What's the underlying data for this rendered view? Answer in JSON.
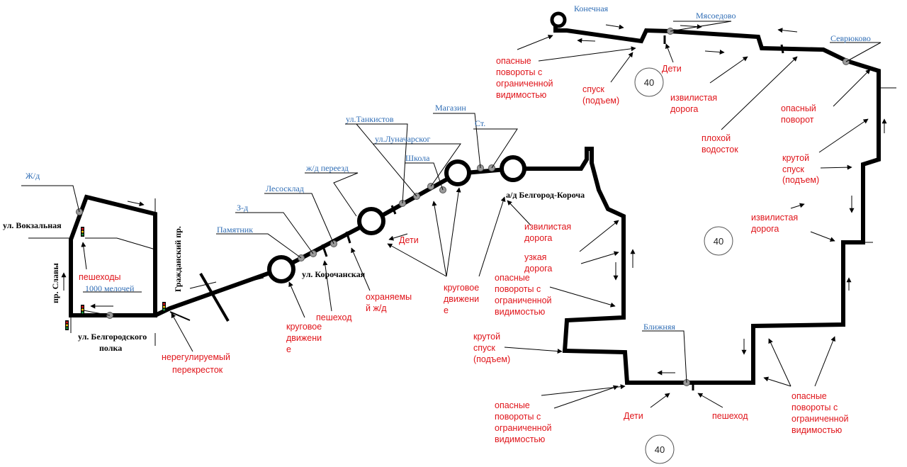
{
  "stops": {
    "zhd": "Ж/д",
    "monument": "Памятник",
    "zd": "З-д",
    "lesosklad": "Лесосклад",
    "crossing": "ж/д переезд",
    "tankistov": "ул.Танкистов",
    "lunacharskogo": "ул.Луначарског",
    "school": "Школа",
    "shop": "Магазин",
    "st": "Ст.",
    "konechnaya": "Конечная",
    "myasoedovo": "Мясоедово",
    "sevryukovo": "Севрюково",
    "blizhnyaya": "Ближняя",
    "meloch": "1000 мелочей"
  },
  "streets": {
    "vokzalnaya": "ул. Вокзальная",
    "slavy": "пр. Славы",
    "grazhdansky": "Гражданский пр.",
    "belgorodskogo_line1": "ул. Белгородского",
    "belgorodskogo_line2": "полка",
    "korochanskaya": "ул. Корочанская",
    "highway": "а/д Белгород-Короча"
  },
  "hazards": {
    "pedestrians": "пешеходы",
    "unregulated_line1": "нерегулируемый",
    "unregulated_line2": "перекресток",
    "roundabout1": [
      "круговое",
      "движени",
      "е"
    ],
    "pedestrian1": "пешеход",
    "guarded_crossing": [
      "охраняемы",
      "й ж/д"
    ],
    "children1": "Дети",
    "roundabout2": [
      "круговое",
      "движени",
      "е"
    ],
    "winding1": [
      "извилистая",
      "дорога"
    ],
    "narrow": [
      "узкая",
      "дорога"
    ],
    "dangerous1": [
      "опасные",
      "повороты с",
      "ограниченной",
      "видимостью"
    ],
    "steep1": [
      "крутой",
      "спуск",
      "(подъем)"
    ],
    "dangerous_top": [
      "опасные",
      "повороты с",
      "ограниченной",
      "видимостью"
    ],
    "descent_top": [
      "спуск",
      "(подъем)"
    ],
    "children_top": "Дети",
    "winding_top": [
      "извилистая",
      "дорога"
    ],
    "drainage": [
      "плохой",
      "водосток"
    ],
    "dangerous_turn": [
      "опасный",
      "поворот"
    ],
    "steep_right": [
      "крутой",
      "спуск",
      "(подъем)"
    ],
    "winding_right": [
      "извилистая",
      "дорога"
    ],
    "dangerous_bottom_left": [
      "опасные",
      "повороты с",
      "ограниченной",
      "видимостью"
    ],
    "children_bottom": "Дети",
    "pedestrian_bottom": "пешеход",
    "dangerous_bottom_right": [
      "опасные",
      "повороты с",
      "ограниченной",
      "видимостью"
    ]
  },
  "speed_limits": [
    "40",
    "40",
    "40"
  ],
  "colors": {
    "road": "#000000",
    "stop_label": "#2f6db5",
    "hazard": "#e0141a",
    "stop_dot": "#9a9a9a"
  }
}
